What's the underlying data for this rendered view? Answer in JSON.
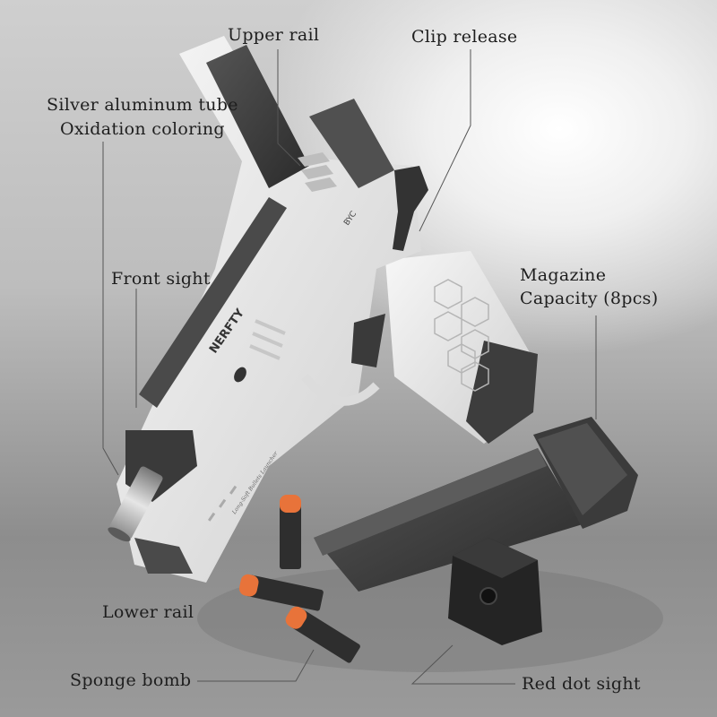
{
  "image": {
    "subject": "White toy blaster pistol with detached magazine, foam darts and red dot sight on gray studio background",
    "background_colors": {
      "top_right_highlight": "#ffffff",
      "mid": "#bdbdbd",
      "bottom": "#8d8d8d"
    },
    "accent_colors": {
      "gun_body": "#e9e9e9",
      "dark_parts": "#3a3a3a",
      "dart_tip": "#e8733a",
      "dart_body": "#2e2e2e"
    }
  },
  "gun_markings": {
    "brand": "NERFTY",
    "side_logo": "BYC",
    "rail_engraving": "Long-Soft Bullets Launcher"
  },
  "labels": {
    "upper_rail": "Upper rail",
    "clip_release": "Clip release",
    "silver_tube_line1": "Silver aluminum tube",
    "silver_tube_line2": "Oxidation coloring",
    "front_sight": "Front sight",
    "magazine_line1": "Magazine",
    "magazine_line2": "Capacity (8pcs)",
    "lower_rail": "Lower rail",
    "sponge_bomb": "Sponge bomb",
    "red_dot_sight": "Red dot sight"
  }
}
